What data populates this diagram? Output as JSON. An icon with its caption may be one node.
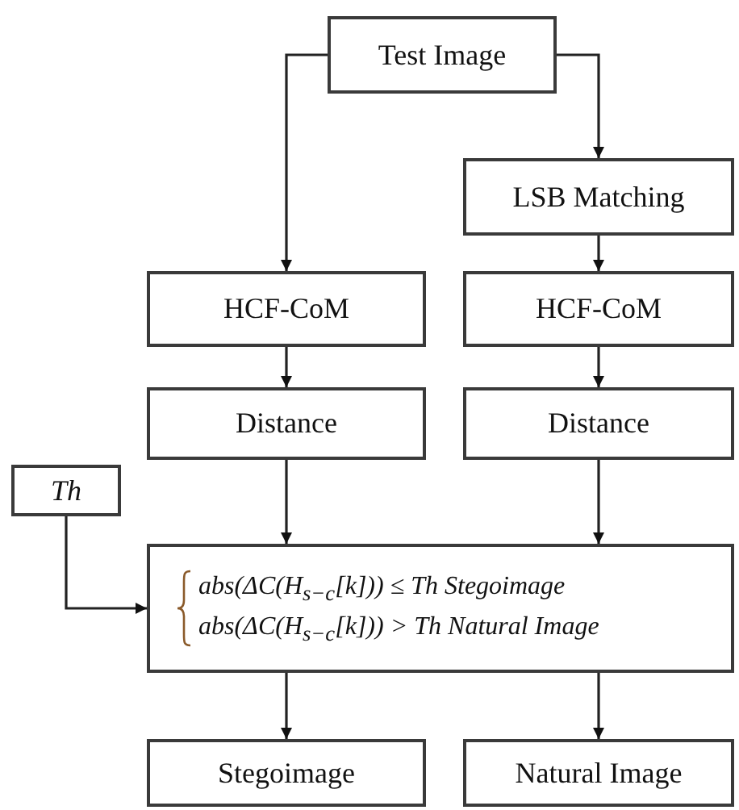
{
  "diagram": {
    "nodes": [
      {
        "text": [
          "Test Image"
        ]
      },
      {
        "text": [
          "LSB Matching"
        ]
      },
      {
        "text": [
          "HCF-CoM"
        ]
      },
      {
        "text": [
          "HCF-CoM"
        ]
      },
      {
        "text": [
          "Distance"
        ]
      },
      {
        "text": [
          "Distance"
        ]
      },
      {
        "text": [
          "Th"
        ]
      },
      {
        "text": [
          "abs(ΔC(H$_{s−c}$[k])) ≤ Th Stegoimage",
          "abs(ΔC(H$_{s−c}$[k])) > Th Natural Image"
        ]
      },
      {
        "text": [
          "Stegoimage"
        ]
      },
      {
        "text": [
          "Natural Image"
        ]
      }
    ],
    "edges": [
      {
        "from": 0,
        "to": 2,
        "arrow": "to"
      },
      {
        "from": 0,
        "to": 1,
        "arrow": "to"
      },
      {
        "from": 1,
        "to": 3,
        "arrow": "to"
      },
      {
        "from": 2,
        "to": 4,
        "arrow": "to"
      },
      {
        "from": 3,
        "to": 5,
        "arrow": "to"
      },
      {
        "from": 4,
        "to": 7,
        "arrow": "to"
      },
      {
        "from": 5,
        "to": 7,
        "arrow": "to"
      },
      {
        "from": 6,
        "to": 7,
        "arrow": "to"
      },
      {
        "from": 7,
        "to": 8,
        "arrow": "to"
      },
      {
        "from": 7,
        "to": 9,
        "arrow": "to"
      }
    ]
  }
}
